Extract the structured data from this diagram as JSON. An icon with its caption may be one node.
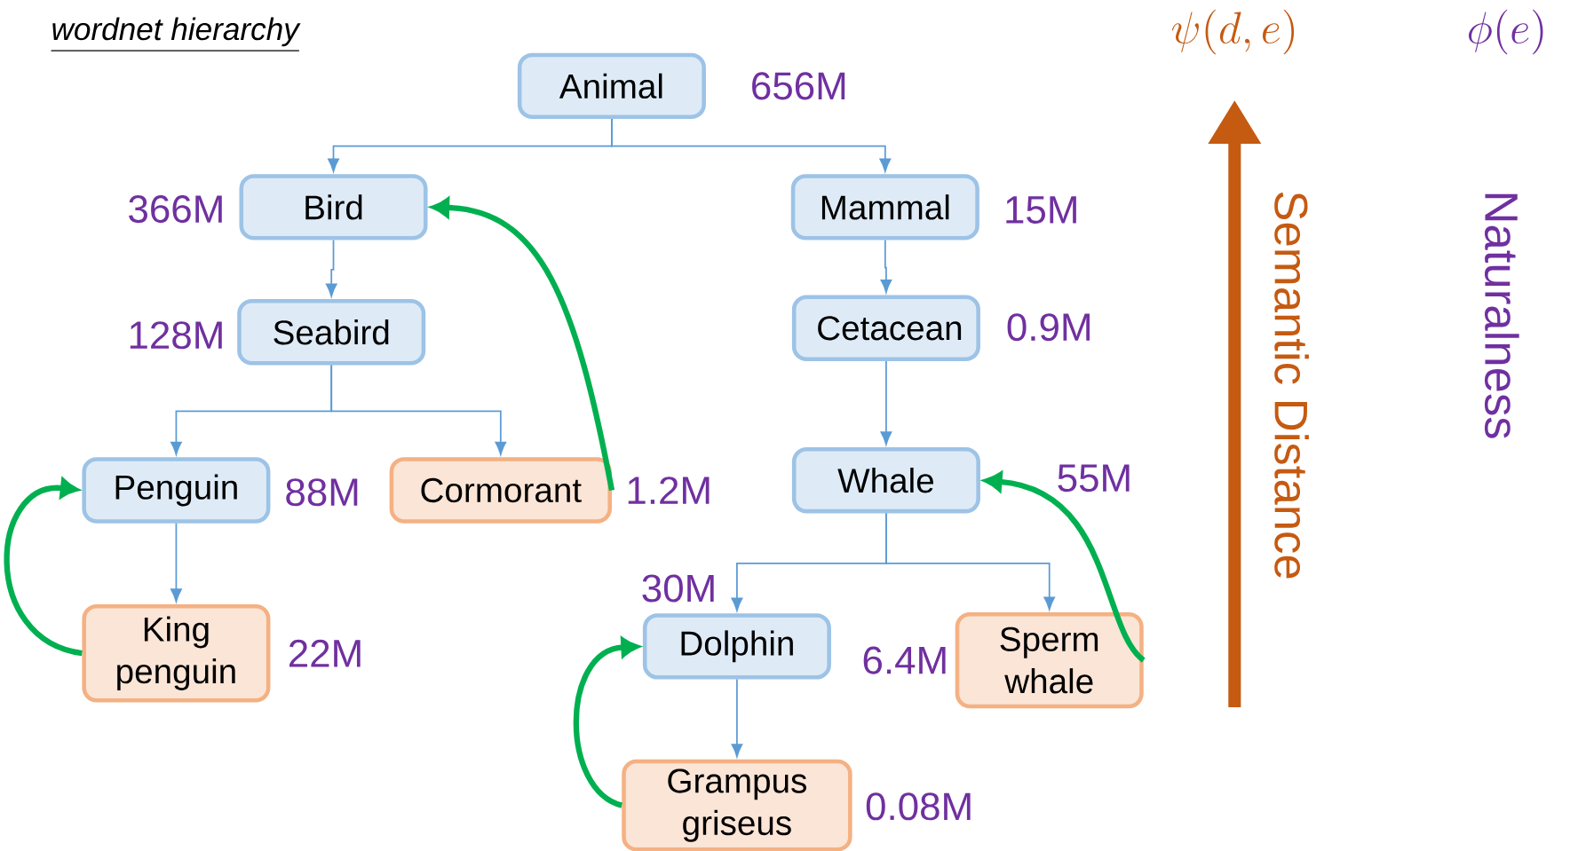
{
  "diagram": {
    "title": "wordnet hierarchy",
    "nodes": [
      {
        "text": [
          "Animal"
        ],
        "beside": [
          "656M"
        ]
      },
      {
        "text": [
          "Bird"
        ],
        "beside": [
          "366M"
        ]
      },
      {
        "text": [
          "Mammal"
        ],
        "beside": [
          "15M"
        ]
      },
      {
        "text": [
          "Seabird"
        ],
        "beside": [
          "128M"
        ]
      },
      {
        "text": [
          "Cetacean"
        ],
        "beside": [
          "0.9M"
        ]
      },
      {
        "text": [
          "Penguin"
        ],
        "beside": [
          "88M"
        ]
      },
      {
        "text": [
          "Cormorant"
        ],
        "beside": [
          "1.2M"
        ]
      },
      {
        "text": [
          "Whale"
        ],
        "beside": [
          "55M"
        ]
      },
      {
        "text": [
          "King penguin"
        ],
        "beside": [
          "22M"
        ]
      },
      {
        "text": [
          "Dolphin"
        ],
        "beside": [
          "30M"
        ]
      },
      {
        "text": [
          "Sperm whale"
        ],
        "beside": [
          "6.4M"
        ]
      },
      {
        "text": [
          "Grampus griseus"
        ],
        "beside": [
          "0.08M"
        ]
      }
    ],
    "edges": [
      {
        "from": 0,
        "to": 1,
        "arrow": "to"
      },
      {
        "from": 0,
        "to": 2,
        "arrow": "to"
      },
      {
        "from": 1,
        "to": 3,
        "arrow": "to"
      },
      {
        "from": 3,
        "to": 5,
        "arrow": "to"
      },
      {
        "from": 3,
        "to": 6,
        "arrow": "to"
      },
      {
        "from": 2,
        "to": 4,
        "arrow": "to"
      },
      {
        "from": 4,
        "to": 7,
        "arrow": "to"
      },
      {
        "from": 5,
        "to": 8,
        "arrow": "to"
      },
      {
        "from": 7,
        "to": 9,
        "arrow": "to"
      },
      {
        "from": 7,
        "to": 10,
        "arrow": "to"
      },
      {
        "from": 9,
        "to": 11,
        "arrow": "to"
      },
      {
        "from": 6,
        "to": 1,
        "arrow": "to",
        "style": "thick",
        "color": "#00b050"
      },
      {
        "from": 8,
        "to": 5,
        "arrow": "to",
        "style": "thick",
        "color": "#00b050"
      },
      {
        "from": 10,
        "to": 7,
        "arrow": "to",
        "style": "thick",
        "color": "#00b050"
      },
      {
        "from": 11,
        "to": 9,
        "arrow": "to",
        "style": "thick",
        "color": "#00b050"
      }
    ],
    "labels": [
      "\\psi(d,e)",
      "\\phi(e)",
      "Semantic Distance",
      "Naturalness"
    ]
  }
}
